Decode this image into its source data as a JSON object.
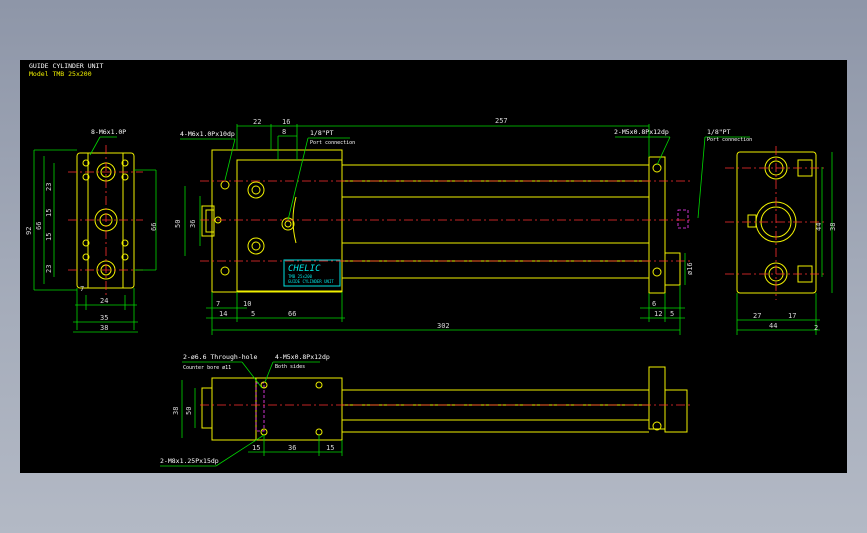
{
  "drawing": {
    "title": "GUIDE CYLINDER UNIT",
    "model": "Model TMB 25x200",
    "brand_plate": "CHELIC",
    "brand_plate_line1": "TMB 25x200",
    "brand_plate_line2": "GUIDE CYLINDER UNIT"
  },
  "left_view": {
    "callout": "8-M6x1.0P",
    "dims_left": [
      "23",
      "15",
      "15",
      "23"
    ],
    "dims_outer": [
      "92",
      "66"
    ],
    "dim_right": "66",
    "dim_7": "7",
    "dims_bottom": [
      "24",
      "35",
      "38"
    ]
  },
  "front_view": {
    "callout_left": "4-M6x1.0Px10dp",
    "callout_port1": "1/8\"PT",
    "callout_port1_note": "Port connection",
    "callout_right": "2-M5x0.8Px12dp",
    "callout_port2": "1/8\"PT",
    "callout_port2_note": "Port connection",
    "dims_top": [
      "22",
      "16",
      "8",
      "257"
    ],
    "dims_left": [
      "50",
      "36"
    ],
    "dims_bottom": [
      "7",
      "14",
      "10",
      "5",
      "66",
      "302",
      "6",
      "12",
      "5"
    ],
    "dim_shaft": "ø16"
  },
  "right_view": {
    "dims_right": [
      "38",
      "44"
    ],
    "dims_bottom": [
      "27",
      "17",
      "44",
      "2"
    ]
  },
  "lower_view": {
    "callout_through": "2-ø6.6 Through-hole",
    "callout_counter": "Counter bore ø11",
    "callout_m5": "4-M5x0.8Px12dp",
    "callout_m5_note": "Both sides",
    "callout_m8": "2-M8x1.25Px15dp",
    "dims_left": [
      "38",
      "50"
    ],
    "dims_bottom": [
      "15",
      "36",
      "15"
    ]
  }
}
